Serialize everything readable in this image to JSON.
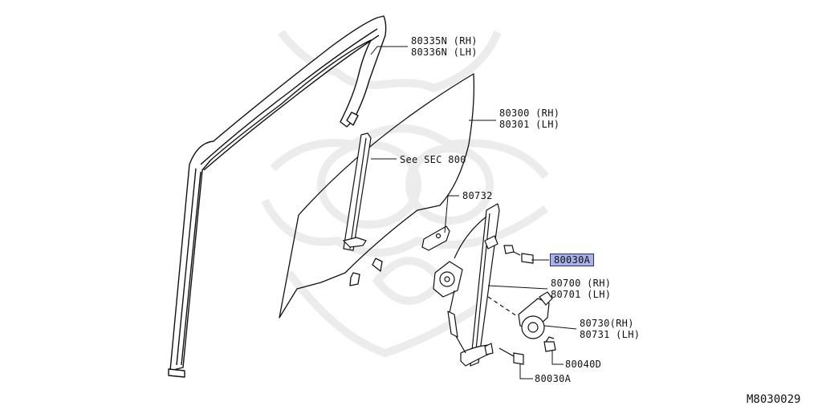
{
  "diagram_code": "M8030029",
  "labels": {
    "sash": {
      "rh": "80335N (RH)",
      "lh": "80336N (LH)"
    },
    "glass": {
      "rh": "80300 (RH)",
      "lh": "80301 (LH)"
    },
    "see_sec": "See SEC 800",
    "bracket": "80732",
    "bolt_top": "80030A",
    "regulator": {
      "rh": "80700 (RH)",
      "lh": "80701 (LH)"
    },
    "motor": {
      "rh": "80730(RH)",
      "lh": "80731 (LH)"
    },
    "nut": "80040D",
    "bolt_bottom": "80030A"
  },
  "colors": {
    "line": "#111111",
    "highlight_fill": "#a9b2e8",
    "watermark": "#e8e8e8"
  }
}
